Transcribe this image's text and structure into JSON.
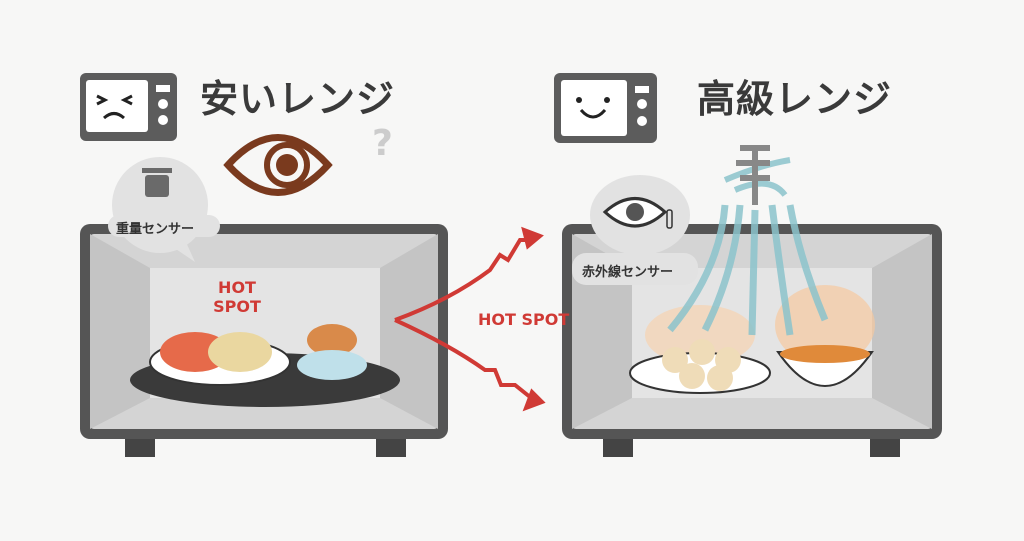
{
  "left": {
    "title": "安いレンジ",
    "sensor_label": "重量センサー",
    "hotspot_label_line1": "HOT",
    "hotspot_label_line2": "SPOT",
    "question_mark": "?"
  },
  "middle": {
    "hotspot_label": "HOT SPOT"
  },
  "right": {
    "title": "高級レンジ",
    "sensor_label": "赤外線センサー"
  },
  "colors": {
    "frame": "#5a5a5a",
    "hot": "#d03a35",
    "steam": "#8cc4cc",
    "eye": "#7a3a1e"
  }
}
